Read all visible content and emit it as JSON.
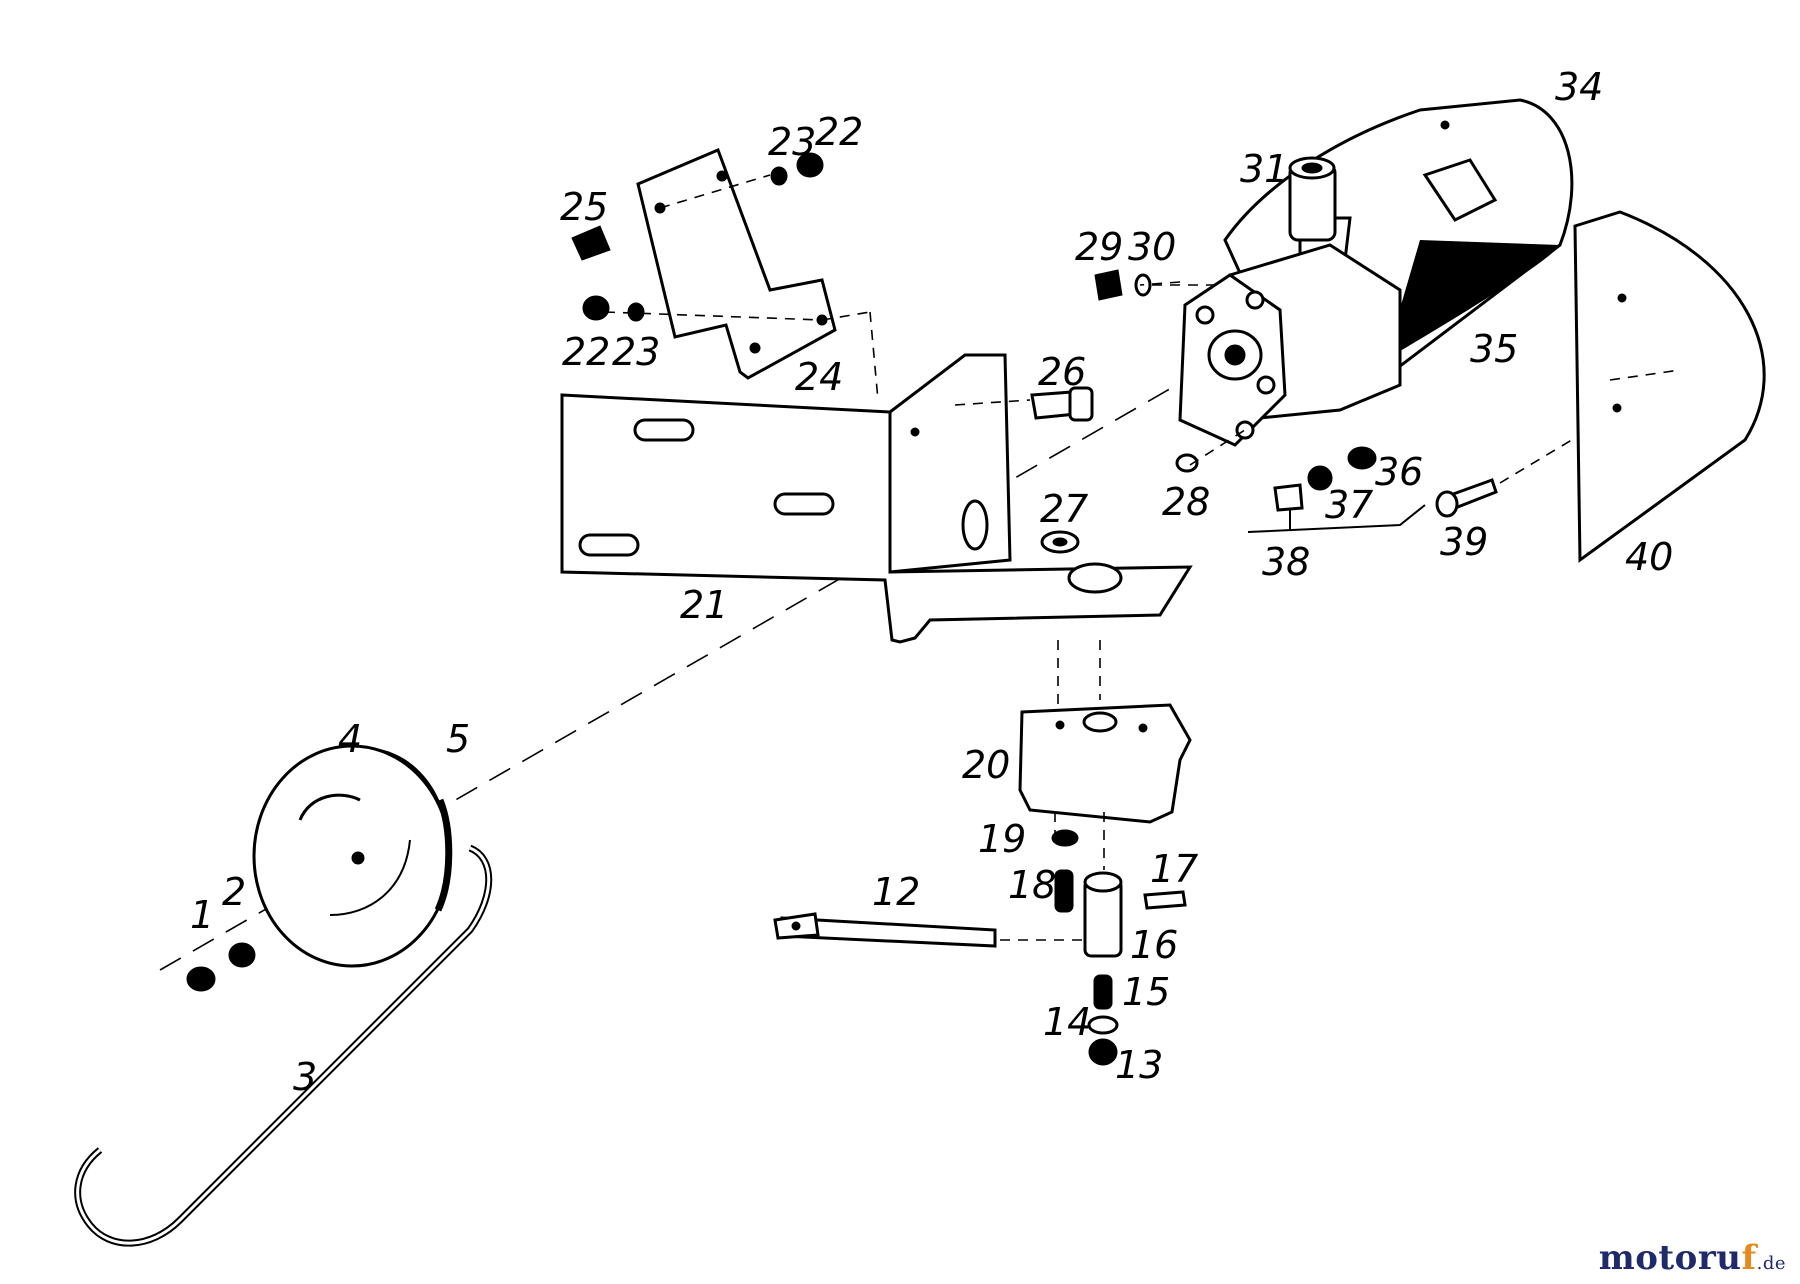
{
  "diagram": {
    "part_labels": [
      "1",
      "2",
      "3",
      "4",
      "5",
      "12",
      "13",
      "14",
      "15",
      "16",
      "17",
      "18",
      "19",
      "20",
      "21",
      "22",
      "23",
      "24",
      "25",
      "26",
      "27",
      "28",
      "29",
      "30",
      "31",
      "34",
      "35",
      "36",
      "37",
      "38",
      "39",
      "40"
    ]
  },
  "watermark": {
    "brand_start": "motoru",
    "brand_accent": "f",
    "tld": ".de"
  },
  "colors": {
    "ink": "#000000",
    "background": "#ffffff",
    "watermark_blue": "#1f2a6b",
    "watermark_orange": "#e58a1e"
  }
}
